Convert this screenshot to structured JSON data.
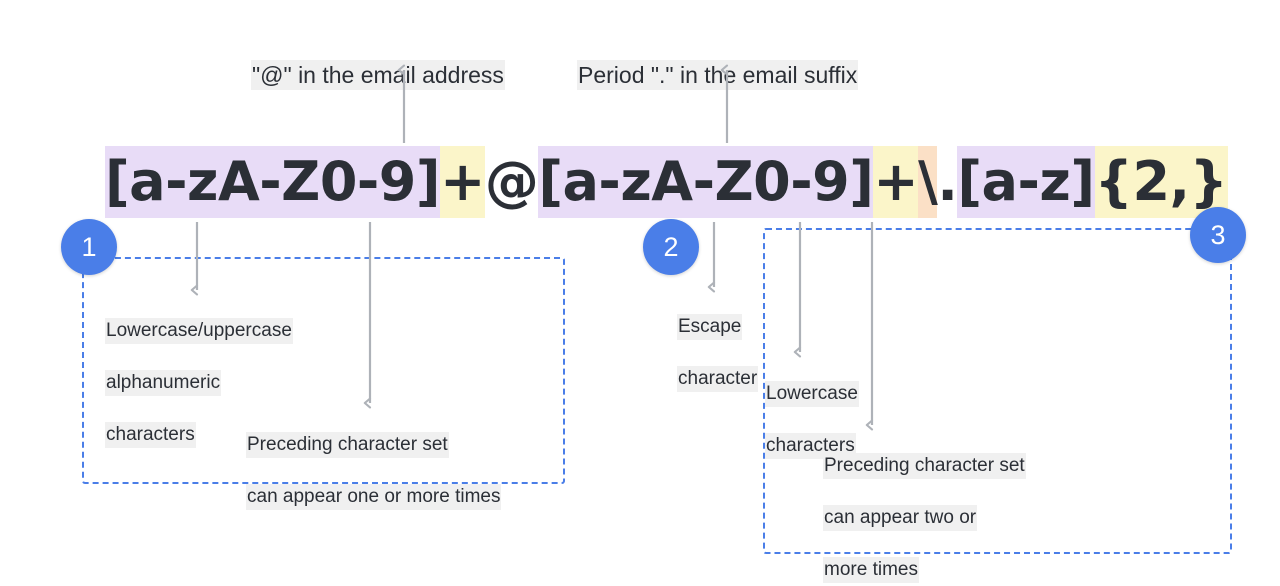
{
  "diagram": {
    "title_alt": "Email validation regular expression breakdown",
    "accent_blue": "#4a7ee8",
    "arrow_gray": "#aeb2b8",
    "text_highlight": "#f0f0f0",
    "highlight_purple": "#e8dcf7",
    "highlight_yellow": "#fbf5c9",
    "highlight_orange": "#fbe0c6"
  },
  "regex": {
    "full": "[a-zA-Z0-9]+@[a-zA-Z0-9]+\\.[a-z]{2,}",
    "tokens": [
      {
        "text": "[a-zA-Z0-9]",
        "highlight": "purple"
      },
      {
        "text": "+",
        "highlight": "yellow"
      },
      {
        "text": "@",
        "highlight": "none"
      },
      {
        "text": "[a-zA-Z0-9]",
        "highlight": "purple"
      },
      {
        "text": "+",
        "highlight": "yellow"
      },
      {
        "text": "\\",
        "highlight": "orange"
      },
      {
        "text": ".",
        "highlight": "none"
      },
      {
        "text": "[a-z]",
        "highlight": "purple"
      },
      {
        "text": "{2,}",
        "highlight": "yellow"
      }
    ]
  },
  "top_labels": [
    {
      "id": "at-sign-label",
      "text": "\"@\" in the email address"
    },
    {
      "id": "period-label",
      "text": "Period \".\" in the email suffix"
    }
  ],
  "groups": [
    {
      "number": "1"
    },
    {
      "number": "2"
    },
    {
      "number": "3"
    }
  ],
  "notes": [
    {
      "id": "note-alphanumeric",
      "lines": [
        "Lowercase/uppercase",
        "alphanumeric",
        "characters"
      ]
    },
    {
      "id": "note-one-or-more",
      "lines": [
        "Preceding character set",
        "can appear one or more times"
      ]
    },
    {
      "id": "note-escape",
      "lines": [
        "Escape",
        "character"
      ]
    },
    {
      "id": "note-lowercase",
      "lines": [
        "Lowercase",
        "characters"
      ]
    },
    {
      "id": "note-two-or-more",
      "lines": [
        "Preceding character set",
        "can appear two or",
        "more times"
      ]
    }
  ]
}
